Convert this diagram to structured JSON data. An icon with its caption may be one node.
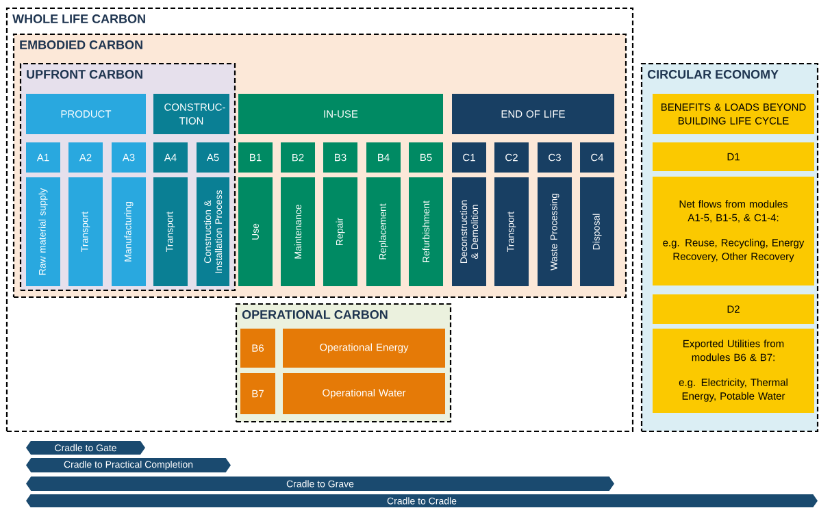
{
  "diagram": {
    "nodes": [
      {
        "text": [
          "WHOLE LIFE CARBON"
        ]
      },
      {
        "text": [
          "EMBODIED CARBON"
        ],
        "in": 0
      },
      {
        "text": [
          "UPFRONT CARBON"
        ],
        "in": 1
      },
      {
        "text": [
          "PRODUCT"
        ],
        "in": 2
      },
      {
        "text": [
          "CONSTRUC- TION"
        ],
        "in": 2
      },
      {
        "text": [
          "A1"
        ],
        "in": 2
      },
      {
        "text": [
          "A2"
        ],
        "in": 2
      },
      {
        "text": [
          "A3"
        ],
        "in": 2
      },
      {
        "text": [
          "A4"
        ],
        "in": 2
      },
      {
        "text": [
          "A5"
        ],
        "in": 2
      },
      {
        "text": [
          "Raw material supply"
        ],
        "in": 2
      },
      {
        "text": [
          "Transport"
        ],
        "in": 2
      },
      {
        "text": [
          "Manufacturing"
        ],
        "in": 2
      },
      {
        "text": [
          "Transport"
        ],
        "in": 2
      },
      {
        "text": [
          "Construction & Installation Process"
        ],
        "in": 2
      },
      {
        "text": [
          "IN-USE"
        ],
        "in": 1
      },
      {
        "text": [
          "END OF LIFE"
        ],
        "in": 1
      },
      {
        "text": [
          "B1"
        ],
        "in": 1
      },
      {
        "text": [
          "B2"
        ],
        "in": 1
      },
      {
        "text": [
          "B3"
        ],
        "in": 1
      },
      {
        "text": [
          "B4"
        ],
        "in": 1
      },
      {
        "text": [
          "B5"
        ],
        "in": 1
      },
      {
        "text": [
          "C1"
        ],
        "in": 1
      },
      {
        "text": [
          "C2"
        ],
        "in": 1
      },
      {
        "text": [
          "C3"
        ],
        "in": 1
      },
      {
        "text": [
          "C4"
        ],
        "in": 1
      },
      {
        "text": [
          "Use"
        ],
        "in": 1
      },
      {
        "text": [
          "Maintenance"
        ],
        "in": 1
      },
      {
        "text": [
          "Repair"
        ],
        "in": 1
      },
      {
        "text": [
          "Replacement"
        ],
        "in": 1
      },
      {
        "text": [
          "Refurbishment"
        ],
        "in": 1
      },
      {
        "text": [
          "Deconstruction & Demolition"
        ],
        "in": 1
      },
      {
        "text": [
          "Transport"
        ],
        "in": 1
      },
      {
        "text": [
          "Waste Processing"
        ],
        "in": 1
      },
      {
        "text": [
          "Disposal"
        ],
        "in": 1
      },
      {
        "text": [
          "OPERATIONAL CARBON"
        ],
        "in": 0
      },
      {
        "text": [
          "B6"
        ],
        "in": 35
      },
      {
        "text": [
          "Operational Energy"
        ],
        "in": 35
      },
      {
        "text": [
          "B7"
        ],
        "in": 35
      },
      {
        "text": [
          "Operational Water"
        ],
        "in": 35
      },
      {
        "text": [
          "CIRCULAR ECONOMY"
        ]
      },
      {
        "text": [
          "BENEFITS & LOADS BEYOND BUILDING LIFE CYCLE"
        ],
        "in": 40
      },
      {
        "text": [
          "D1"
        ],
        "in": 40
      },
      {
        "text": [
          "Net flows from modules A1-5, B1-5, & C1-4:",
          "e.g. Reuse, Recycling, Energy Recovery, Other Recovery"
        ],
        "in": 40
      },
      {
        "text": [
          "D2"
        ],
        "in": 40
      },
      {
        "text": [
          "Exported Utilities from modules B6 & B7:",
          "e.g. Electricity, Thermal Energy, Potable Water"
        ],
        "in": 40
      },
      {
        "text": [
          "Cradle to Gate"
        ]
      },
      {
        "text": [
          "Cradle to Practical Completion"
        ]
      },
      {
        "text": [
          "Cradle to Grave"
        ]
      },
      {
        "text": [
          "Cradle to Cradle"
        ]
      }
    ]
  }
}
